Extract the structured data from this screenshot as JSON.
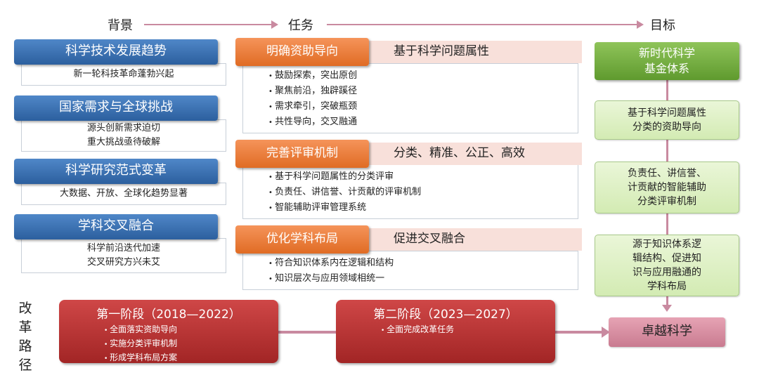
{
  "header": {
    "background": "背景",
    "tasks": "任务",
    "goal": "目标"
  },
  "background": [
    {
      "title": "科学技术发展趋势",
      "lines": [
        "新一轮科技革命蓬勃兴起"
      ]
    },
    {
      "title": "国家需求与全球挑战",
      "lines": [
        "源头创新需求迫切",
        "重大挑战亟待破解"
      ]
    },
    {
      "title": "科学研究范式变革",
      "lines": [
        "大数据、开放、全球化趋势显著"
      ]
    },
    {
      "title": "学科交叉融合",
      "lines": [
        "科学前沿迭代加速",
        "交叉研究方兴未艾"
      ]
    }
  ],
  "tasks": [
    {
      "title": "明确资助导向",
      "bar": "基于科学问题属性",
      "items": [
        "鼓励探索，突出原创",
        "聚焦前沿，独辟蹊径",
        "需求牵引，突破瓶颈",
        "共性导向，交叉融通"
      ]
    },
    {
      "title": "完善评审机制",
      "bar": "分类、精准、公正、高效",
      "items": [
        "基于科学问题属性的分类评审",
        "负责任、讲信誉、计贡献的评审机制",
        "智能辅助评审管理系统"
      ]
    },
    {
      "title": "优化学科布局",
      "bar": "促进交叉融合",
      "items": [
        "符合知识体系内在逻辑和结构",
        "知识层次与应用领域相统一"
      ]
    }
  ],
  "goals": {
    "top": [
      "新时代科学",
      "基金体系"
    ],
    "boxes": [
      [
        "基于科学问题属性",
        "分类的资助导向"
      ],
      [
        "负责任、讲信誉、",
        "计贡献的智能辅助",
        "分类评审机制"
      ],
      [
        "源于知识体系逻",
        "辑结构、促进知",
        "识与应用融通的",
        "学科布局"
      ]
    ]
  },
  "reform": {
    "label_chars": [
      "改",
      "革",
      "路",
      "径"
    ]
  },
  "stages": [
    {
      "title": "第一阶段（2018—2022）",
      "items": [
        "全面落实资助导向",
        "实施分类评审机制",
        "形成学科布局方案"
      ]
    },
    {
      "title": "第二阶段（2023—2027）",
      "items": [
        "全面完成改革任务"
      ]
    }
  ],
  "final": "卓越科学"
}
